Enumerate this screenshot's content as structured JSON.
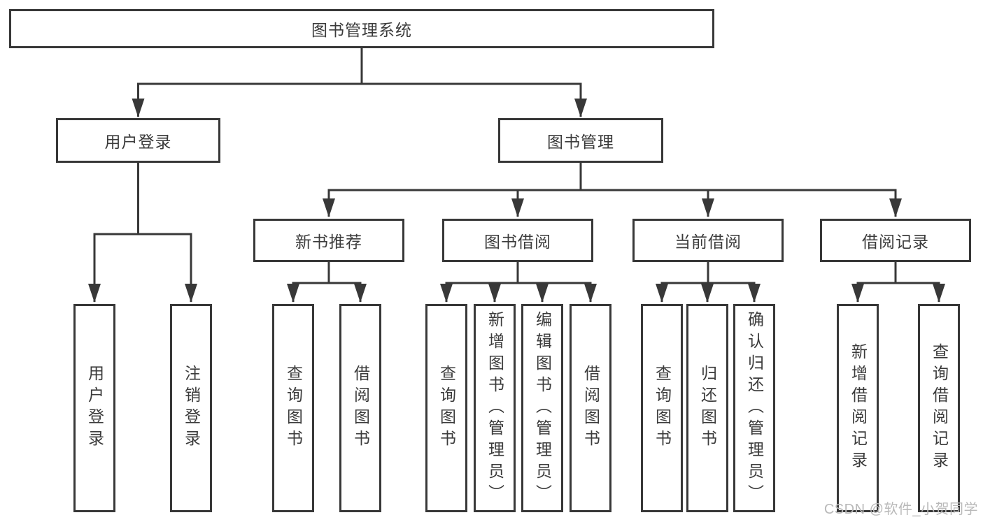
{
  "diagram": {
    "root": {
      "label": "图书管理系统"
    },
    "level2": [
      {
        "label": "用户登录"
      },
      {
        "label": "图书管理"
      }
    ],
    "level3": [
      {
        "label": "新书推荐"
      },
      {
        "label": "图书借阅"
      },
      {
        "label": "当前借阅"
      },
      {
        "label": "借阅记录"
      }
    ],
    "leaves": [
      {
        "label": "用户登录"
      },
      {
        "label": "注销登录"
      },
      {
        "label": "查询图书"
      },
      {
        "label": "借阅图书"
      },
      {
        "label": "查询图书"
      },
      {
        "label": "新增图书（管理员）"
      },
      {
        "label": "编辑图书（管理员）"
      },
      {
        "label": "借阅图书"
      },
      {
        "label": "查询图书"
      },
      {
        "label": "归还图书"
      },
      {
        "label": "确认归还（管理员）"
      },
      {
        "label": "新增借阅记录"
      },
      {
        "label": "查询借阅记录"
      }
    ]
  },
  "watermark": {
    "text": "CSDN @软件_小贺同学"
  },
  "colors": {
    "line": "#383838",
    "box_border": "#383838",
    "text": "#3b3b3b",
    "background": "#ffffff",
    "watermark": "#b9b9b9"
  }
}
